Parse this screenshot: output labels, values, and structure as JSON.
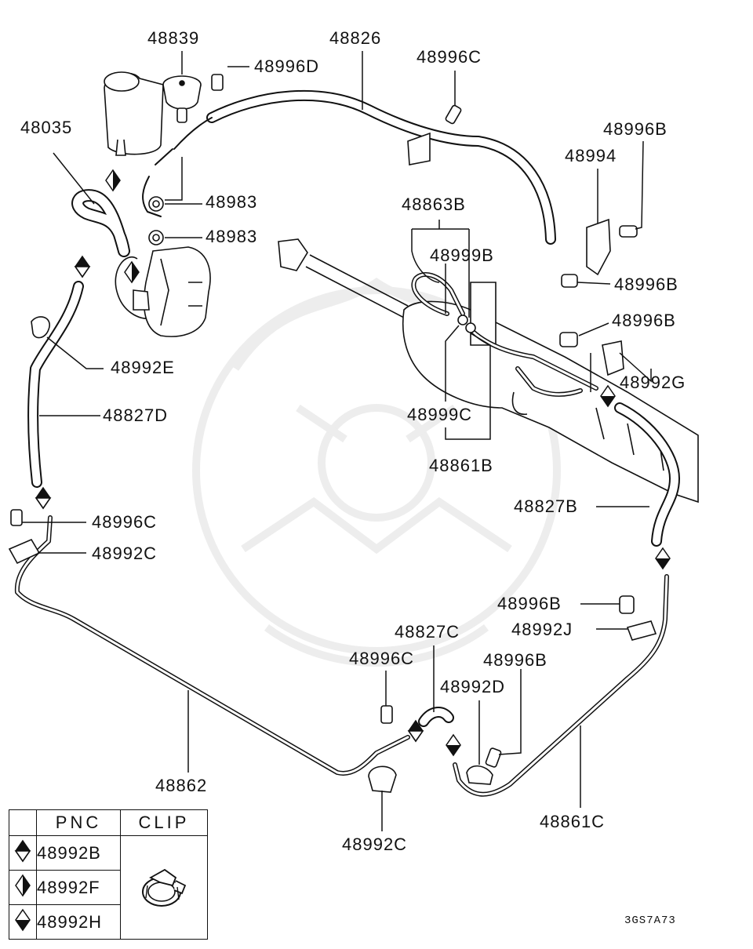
{
  "callouts": {
    "c48839": "48839",
    "c48826": "48826",
    "c48996D": "48996D",
    "c48996C_top": "48996C",
    "c48035": "48035",
    "c48996B_1": "48996B",
    "c48994": "48994",
    "c48983_1": "48983",
    "c48983_2": "48983",
    "c48863B": "48863B",
    "c48999B": "48999B",
    "c48996B_2": "48996B",
    "c48996B_3": "48996B",
    "c48992E": "48992E",
    "c48992G": "48992G",
    "c48827D": "48827D",
    "c48999C": "48999C",
    "c48861B": "48861B",
    "c48827B": "48827B",
    "c48996C_left": "48996C",
    "c48992C_left": "48992C",
    "c48996B_4": "48996B",
    "c48992J": "48992J",
    "c48827C": "48827C",
    "c48996C_bottom": "48996C",
    "c48996B_5": "48996B",
    "c48992D": "48992D",
    "c48862": "48862",
    "c48861C": "48861C",
    "c48992C_bottom": "48992C"
  },
  "legend": {
    "header_pnc": "PNC",
    "header_clip": "CLIP",
    "rows": [
      {
        "symbol": "diamond-top-filled",
        "pnc": "48992B"
      },
      {
        "symbol": "diamond-right-filled",
        "pnc": "48992F"
      },
      {
        "symbol": "diamond-bottom-filled",
        "pnc": "48992H"
      }
    ]
  },
  "diagram_code": "3GS7A73"
}
